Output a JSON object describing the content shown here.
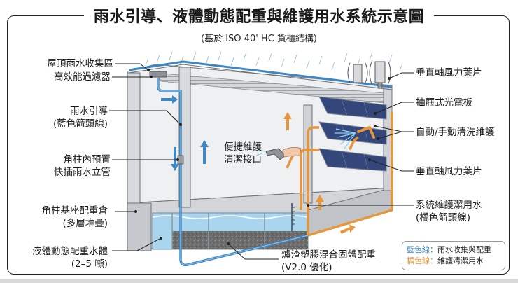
{
  "header": {
    "title": "雨水引導、液體動態配重與維護用水系統示意圖",
    "subtitle": "(基於 ISO 40' HC 貨櫃結構)"
  },
  "labels_left": [
    {
      "id": "roof-collection",
      "line1": "屋頂雨水收集區",
      "line2": ""
    },
    {
      "id": "filter",
      "line1": "高效能過濾器",
      "line2": ""
    },
    {
      "id": "rain-guide",
      "line1": "雨水引導",
      "line2": "(藍色箭頭線)"
    },
    {
      "id": "corner-pipe",
      "line1": "角柱內預置",
      "line2": "快插雨水立管"
    },
    {
      "id": "base-tank",
      "line1": "角柱基座配重倉",
      "line2": "(多層堆疊)"
    },
    {
      "id": "liquid-ballast",
      "line1": "液體動態配重水體",
      "line2": "(2–5 噸)"
    }
  ],
  "labels_center": [
    {
      "id": "maintenance-port",
      "line1": "便捷維護",
      "line2": "清潔接口"
    },
    {
      "id": "slag-ballast",
      "line1": "爐渣塑膠混合固體配重",
      "line2": "(V2.0 優化)"
    }
  ],
  "labels_right": [
    {
      "id": "wind-turbine-top",
      "line1": "垂直軸風力葉片",
      "line2": ""
    },
    {
      "id": "drawer-pv",
      "line1": "抽屜式光電板",
      "line2": ""
    },
    {
      "id": "cleaning",
      "line1": "自動/手動清洗維護",
      "line2": ""
    },
    {
      "id": "wind-turbine-mid",
      "line1": "垂直軸風力葉片",
      "line2": ""
    },
    {
      "id": "maintenance-water",
      "line1": "系統維護潔用水",
      "line2": "(橘色箭頭線)"
    }
  ],
  "legend": {
    "items": [
      {
        "key": "藍色線",
        "sep": "：",
        "desc": "雨水收集與配重",
        "color": "#3f87c4"
      },
      {
        "key": "橘色線",
        "sep": "：",
        "desc": "維護清潔用水",
        "color": "#e8963a"
      }
    ]
  },
  "colors": {
    "rain_blue": "#3f87c4",
    "maint_orange": "#e8963a",
    "steel": "#c9ccd0",
    "panel": "#34477a",
    "water": "#a9d6ee"
  }
}
